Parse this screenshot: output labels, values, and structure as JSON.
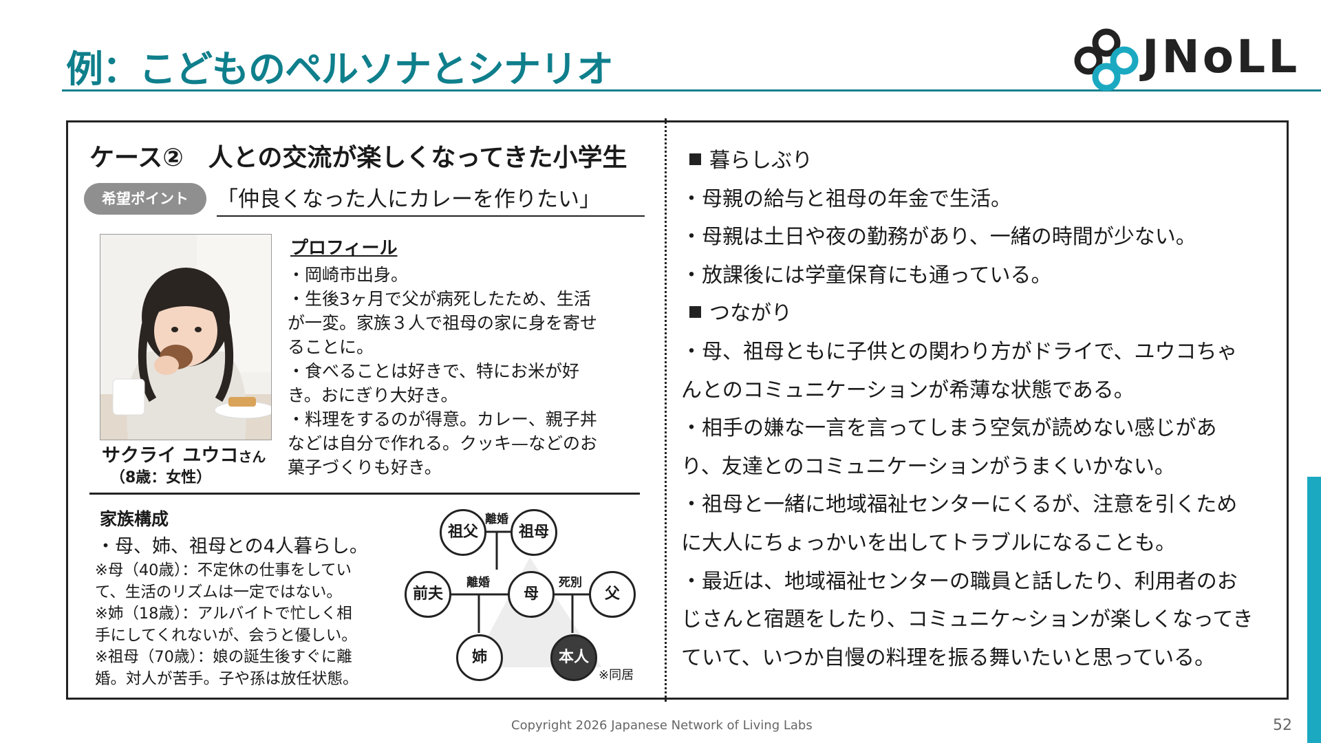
{
  "header": {
    "title": "例：こどものペルソナとシナリオ",
    "logo_text": "JNoLL"
  },
  "colors": {
    "accent": "#0f7f8c",
    "side_bar": "#1ba9c1",
    "pill": "#8f8f8f"
  },
  "left": {
    "case_title": "ケース②　人との交流が楽しくなってきた小学生",
    "wish_label": "希望ポイント",
    "wish_quote": "「仲良くなった人にカレーを作りたい」",
    "person_name": "サクライ ユウコ",
    "person_suffix": "さん",
    "person_age": "（8歳：女性）",
    "profile_heading": "プロフィール",
    "profile_lines": [
      "・岡崎市出身。",
      "・生後3ヶ月で父が病死したため、生活",
      "が一変。家族３人で祖母の家に身を寄せ",
      "ることに。",
      "・食べることは好きで、特にお米が好",
      "き。おにぎり大好き。",
      "・料理をするのが得意。カレー、親子丼",
      "などは自分で作れる。クッキ—などのお",
      "菓子づくりも好き。"
    ],
    "family_heading": "家族構成",
    "family_summary": "・母、姉、祖母との4人暮らし。",
    "family_notes": [
      "※母（40歳）：不定休の仕事をしてい",
      "て、生活のリズムは一定ではない。",
      "※姉（18歳）：アルバイトで忙しく相",
      "手にしてくれないが、会うと優しい。",
      "※祖母（70歳）：娘の誕生後すぐに離",
      "婚。対人が苦手。子や孫は放任状態。"
    ],
    "tree": {
      "grandfather": "祖父",
      "grandmother": "祖母",
      "ex_husband": "前夫",
      "mother": "母",
      "father": "父",
      "sister": "姉",
      "self": "本人",
      "divorce_top": "離婚",
      "divorce_mid": "離婚",
      "death": "死別",
      "cohabit_note": "※同居"
    }
  },
  "right": {
    "section1_heading": "暮らしぶり",
    "section1_lines": [
      "・母親の給与と祖母の年金で生活。",
      "・母親は土日や夜の勤務があり、一緒の時間が少ない。",
      "・放課後には学童保育にも通っている。"
    ],
    "section2_heading": "つながり",
    "section2_lines": [
      "・母、祖母ともに子供との関わり方がドライで、ユウコちゃ",
      "んとのコミュニケーションが希薄な状態である。",
      "・相手の嫌な一言を言ってしまう空気が読めない感じがあ",
      "り、友達とのコミュニケーションがうまくいかない。",
      "・祖母と一緒に地域福祉センターにくるが、注意を引くため",
      "に大人にちょっかいを出してトラブルになることも。",
      "・最近は、地域福祉センターの職員と話したり、利用者のお",
      "じさんと宿題をしたり、コミュニケ~ションが楽しくなってき",
      "ていて、いつか自慢の料理を振る舞いたいと思っている。"
    ]
  },
  "footer": {
    "copyright": "Copyright 2026  Japanese Network of Living Labs",
    "page_number": "52"
  }
}
